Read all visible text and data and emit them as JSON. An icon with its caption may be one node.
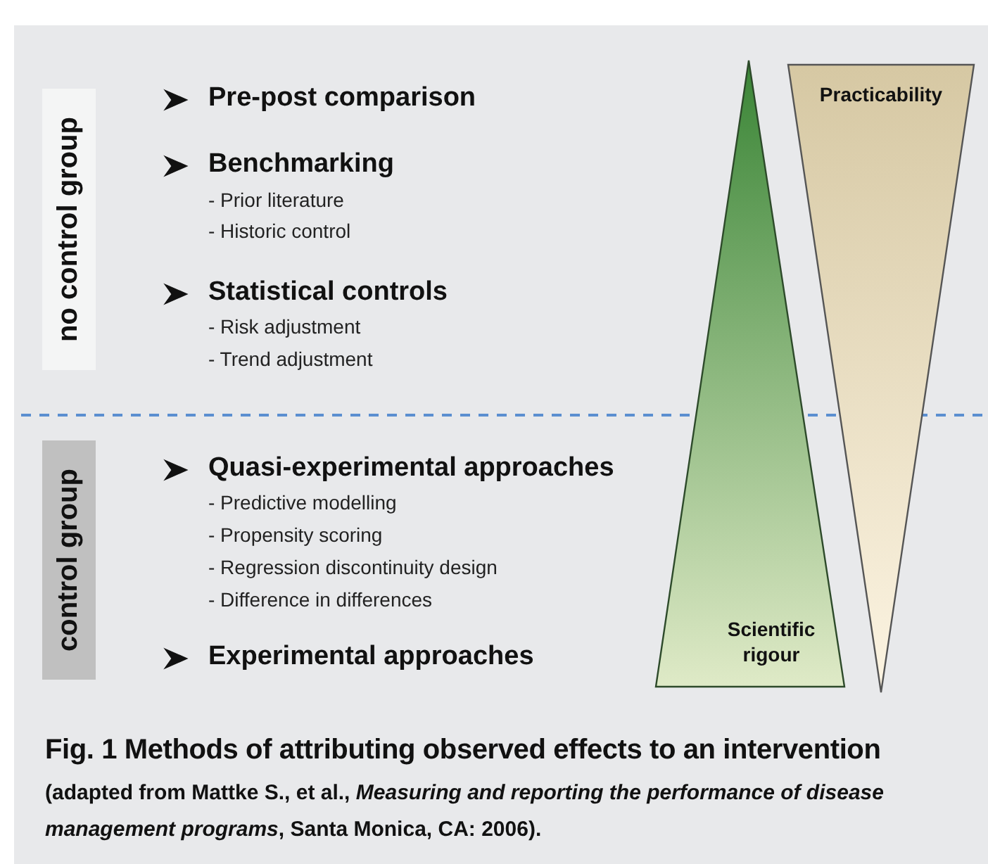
{
  "diagram": {
    "title": "Fig. 1 Methods of attributing observed effects to an intervention",
    "caption": "(adapted from Mattke S., et al., *Measuring and reporting the performance of disease management programs*, Santa Monica, CA: 2006).",
    "nodes": [
      {
        "text": [
          "no control group"
        ]
      },
      {
        "text": [
          "control group"
        ]
      },
      {
        "text": [
          "Practicability"
        ]
      },
      {
        "text": [
          "Scientific rigour"
        ]
      }
    ],
    "labels": [
      "Pre-post comparison",
      "Benchmarking",
      "- Prior literature",
      "- Historic control",
      "Statistical controls",
      "- Risk adjustment",
      "- Trend adjustment",
      "Quasi-experimental approaches",
      "- Predictive modelling",
      "- Propensity scoring",
      "- Regression discontinuity design",
      "- Difference in differences",
      "Experimental approaches"
    ]
  }
}
